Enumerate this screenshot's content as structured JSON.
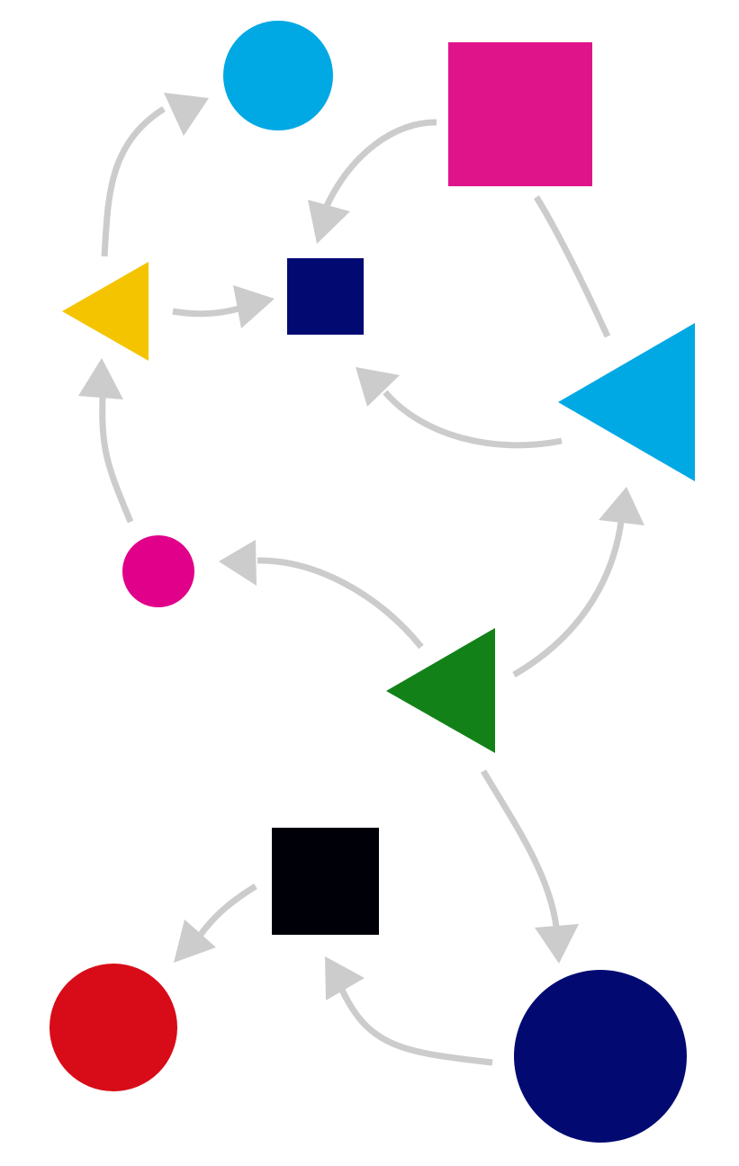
{
  "diagram": {
    "background": "#ffffff",
    "edge_color": "#cccccc",
    "nodes": [
      {
        "id": "n1",
        "shape": "circle",
        "color": "#00a8e4"
      },
      {
        "id": "n2",
        "shape": "square",
        "color": "#e0148a"
      },
      {
        "id": "n3",
        "shape": "triangle",
        "color": "#f5c400"
      },
      {
        "id": "n4",
        "shape": "square",
        "color": "#020a72"
      },
      {
        "id": "n5",
        "shape": "triangle",
        "color": "#00a8e4"
      },
      {
        "id": "n6",
        "shape": "circle",
        "color": "#e0008a"
      },
      {
        "id": "n7",
        "shape": "triangle",
        "color": "#128218"
      },
      {
        "id": "n8",
        "shape": "square",
        "color": "#000008"
      },
      {
        "id": "n9",
        "shape": "circle",
        "color": "#d80c18"
      },
      {
        "id": "n10",
        "shape": "circle",
        "color": "#020a72"
      }
    ],
    "edges": [
      {
        "from": "n3",
        "to": "n1",
        "arrow": true
      },
      {
        "from": "n2",
        "to": "n4",
        "arrow": true
      },
      {
        "from": "n3",
        "to": "n4",
        "arrow": true
      },
      {
        "from": "n2",
        "to": "n5",
        "arrow": false
      },
      {
        "from": "n5",
        "to": "n4",
        "arrow": true
      },
      {
        "from": "n6",
        "to": "n3",
        "arrow": true
      },
      {
        "from": "n7",
        "to": "n6",
        "arrow": true
      },
      {
        "from": "n7",
        "to": "n5",
        "arrow": true
      },
      {
        "from": "n7",
        "to": "n10",
        "arrow": true
      },
      {
        "from": "n8",
        "to": "n9",
        "arrow": true
      },
      {
        "from": "n10",
        "to": "n8",
        "arrow": true
      }
    ]
  }
}
